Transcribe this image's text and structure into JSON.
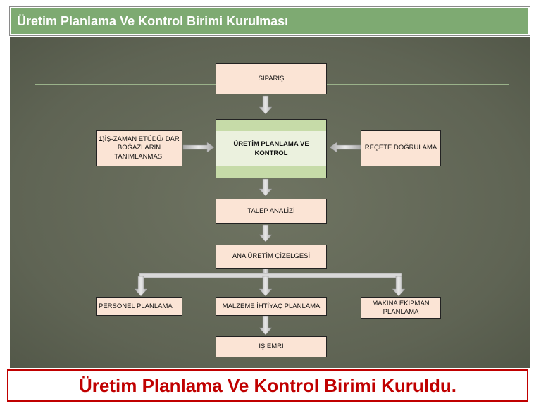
{
  "header": {
    "title": "Üretim Planlama Ve Kontrol Birimi Kurulması"
  },
  "diagram": {
    "siparis": "SİPARİŞ",
    "left_prefix": "1)",
    "left_rest": "İŞ-ZAMAN ETÜDÜ/ DAR BOĞAZLARIN TANIMLANMASI",
    "center": "ÜRETİM PLANLAMA VE KONTROL",
    "right": "REÇETE DOĞRULAMA",
    "talep": "TALEP ANALİZİ",
    "ana": "ANA ÜRETİM ÇİZELGESİ",
    "personel": "PERSONEL PLANLAMA",
    "malzeme": "MALZEME İHTİYAÇ PLANLAMA",
    "makina": "MAKİNA EKİPMAN PLANLAMA",
    "is_emri": "İŞ EMRİ"
  },
  "footer": {
    "text": "Üretim Planlama Ve Kontrol Birimi Kuruldu."
  },
  "colors": {
    "title_bar": "#7eaa72",
    "slide_bg": "#5f6454",
    "box_fill": "#fbe4d5",
    "center_fill": "#c6dba8",
    "footer_text": "#c00000",
    "arrow": "#d0d0d0"
  }
}
